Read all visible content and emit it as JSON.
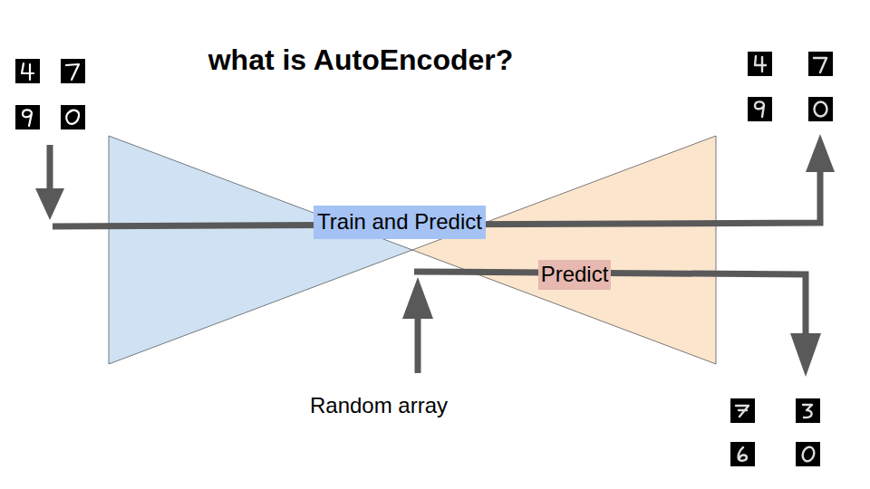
{
  "diagram": {
    "title": "what is AutoEncoder?",
    "nodes": [
      {
        "text": [
          "Train and Predict"
        ]
      },
      {
        "text": [
          "Predict"
        ]
      }
    ],
    "labels": [
      "Random array"
    ]
  }
}
